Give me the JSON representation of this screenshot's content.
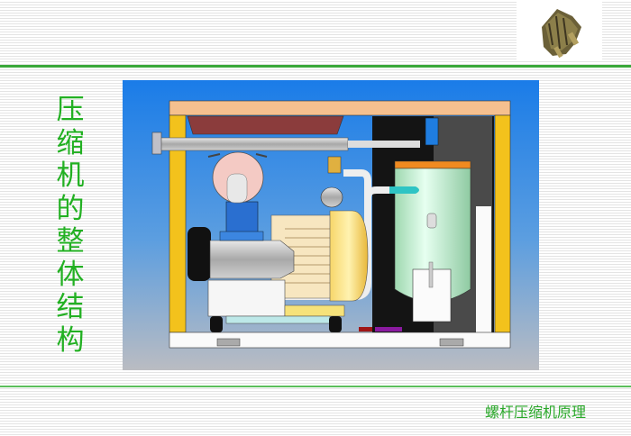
{
  "slide": {
    "title_chars": [
      "压",
      "缩",
      "机",
      "的",
      "整",
      "体",
      "结",
      "构"
    ],
    "title": "压缩机的整体结构",
    "footer": "螺杆压缩机原理"
  },
  "colors": {
    "accent_green": "#22b022",
    "rule_green": "#3aa83a",
    "sky_blue": "#1e7ee6"
  }
}
